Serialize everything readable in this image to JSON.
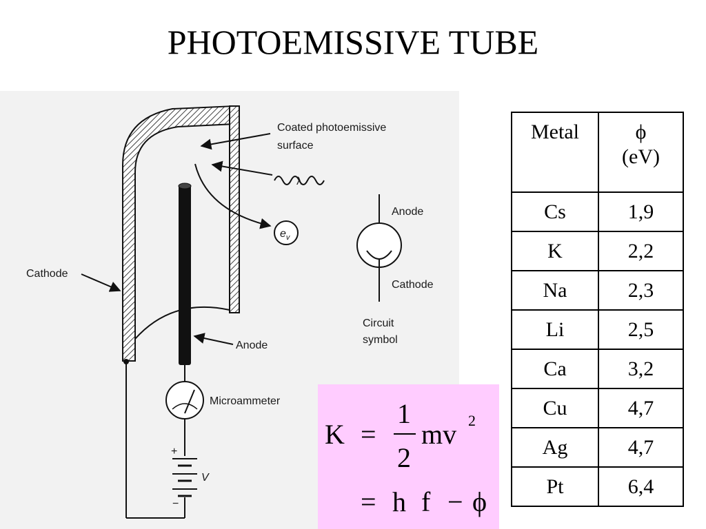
{
  "title": "PHOTOEMISSIVE TUBE",
  "diagram": {
    "labels": {
      "coated_surface_line1": "Coated photoemissive",
      "coated_surface_line2": "surface",
      "lambda": "λ",
      "electron": "e",
      "electron_sub": "v",
      "cathode": "Cathode",
      "anode": "Anode",
      "microammeter": "Microammeter",
      "battery_plus": "+",
      "battery_minus": "−",
      "voltage": "V",
      "symbol_anode": "Anode",
      "symbol_cathode": "Cathode",
      "circuit_symbol_line1": "Circuit",
      "circuit_symbol_line2": "symbol"
    }
  },
  "table": {
    "header_metal": "Metal",
    "header_phi_symbol": "ϕ",
    "header_phi_unit": "(eV)",
    "rows": [
      {
        "metal": "Cs",
        "phi": "1,9"
      },
      {
        "metal": "K",
        "phi": "2,2"
      },
      {
        "metal": "Na",
        "phi": "2,3"
      },
      {
        "metal": "Li",
        "phi": "2,5"
      },
      {
        "metal": "Ca",
        "phi": "3,2"
      },
      {
        "metal": "Cu",
        "phi": "4,7"
      },
      {
        "metal": "Ag",
        "phi": "4,7"
      },
      {
        "metal": "Pt",
        "phi": "6,4"
      }
    ]
  },
  "formula": {
    "k": "K",
    "equals": "=",
    "numerator": "1",
    "denominator": "2",
    "mv": "mv",
    "exponent": "2",
    "h": "h",
    "f": "f",
    "minus": "−",
    "phi": "ϕ"
  },
  "colors": {
    "diagram_background": "#f2f2f2",
    "formula_background": "#ffccff"
  }
}
